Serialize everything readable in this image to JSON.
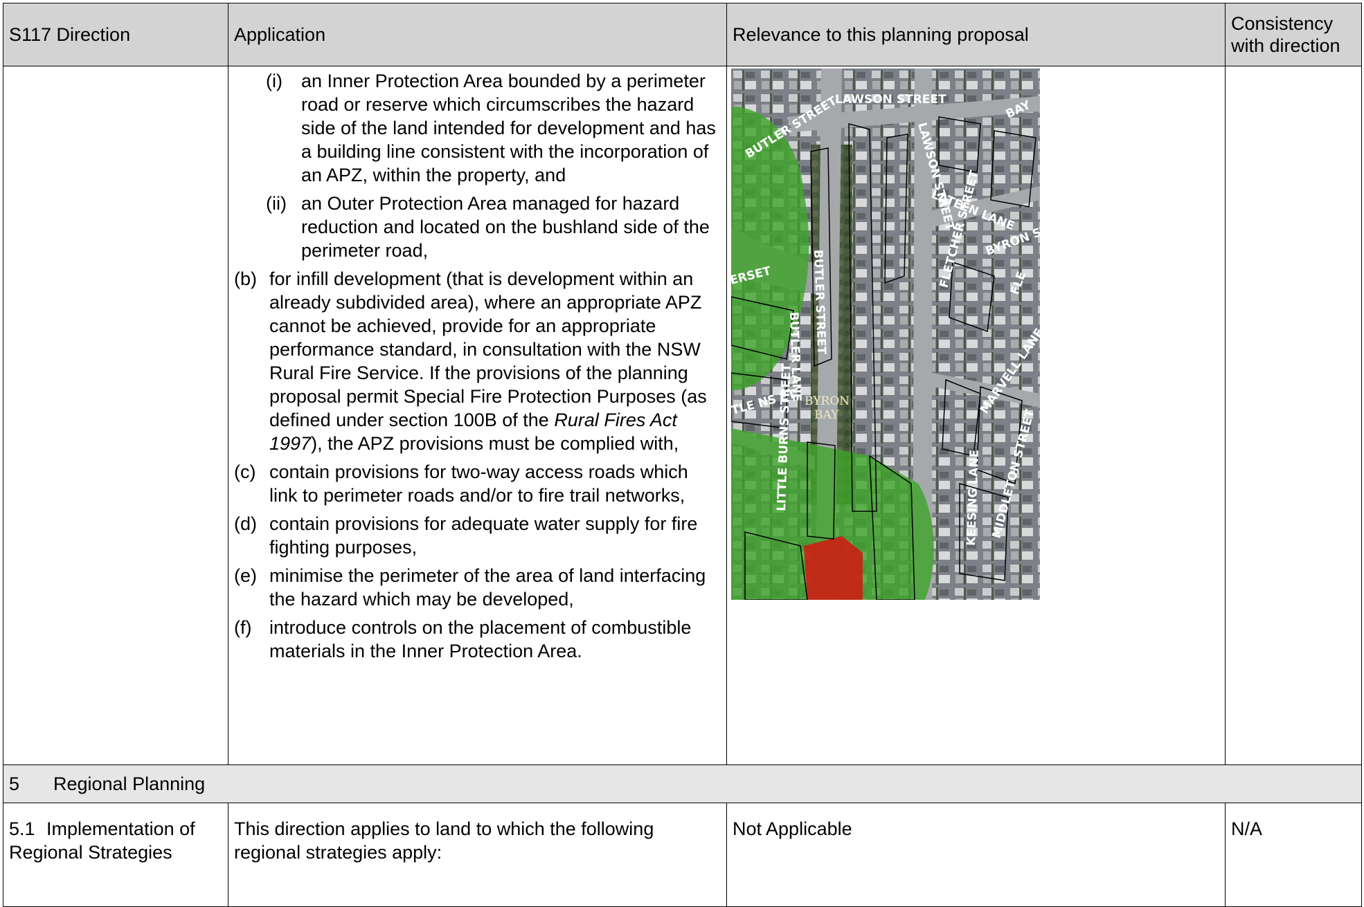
{
  "header": {
    "col1": "S117 Direction",
    "col2": "Application",
    "col3": "Relevance to this planning proposal",
    "col4": "Consistency with direction"
  },
  "row1": {
    "sub_items": [
      {
        "marker": "(i)",
        "text": "an Inner Protection Area bounded by a perimeter road or reserve which circumscribes the hazard side of the land intended for development and has a building line consistent with the incorporation of an APZ, within the property, and"
      },
      {
        "marker": "(ii)",
        "text": "an Outer Protection Area managed for hazard reduction and located on the bushland side of the perimeter road,"
      }
    ],
    "item_b": {
      "marker": "(b)",
      "text_before": "for infill development (that is development within an already subdivided area), where an appropriate APZ cannot be achieved, provide for an appropriate performance standard, in consultation with the NSW Rural Fire Service.  If the provisions of the planning proposal permit Special Fire Protection Purposes (as defined under section 100B of the ",
      "act": "Rural Fires Act 1997",
      "text_after": "), the APZ provisions must be complied with,"
    },
    "items": [
      {
        "marker": "(c)",
        "text": "contain provisions for two-way access roads which link to perimeter roads and/or to fire trail networks,"
      },
      {
        "marker": "(d)",
        "text": "contain provisions for adequate water supply for fire fighting purposes,"
      },
      {
        "marker": "(e)",
        "text": "minimise the perimeter of the area of land interfacing the hazard which may be developed,"
      },
      {
        "marker": "(f)",
        "text": "introduce controls on the placement of combustible materials in the Inner Protection Area."
      }
    ],
    "map": {
      "streets": [
        "LAWSON STREET",
        "BUTLER STREET",
        "LAWSON STREET",
        "BAY",
        "LATEEN LANE",
        "BYRON STREET",
        "ERSET",
        "BUTLER STREET",
        "BUTLER LANE",
        "FLETCHER STREET",
        "FLE",
        "MARVELL LANE",
        "LITTLE BURNS STREET",
        "KEESING LANE",
        "MIDDLETON STREET",
        "TLE NS ET"
      ],
      "town": [
        "BYRON",
        "BAY"
      ],
      "colors": {
        "bushfire_buffer": "#3da428",
        "bushfire_vegetation": "#cc1f14"
      }
    }
  },
  "section": {
    "number": "5",
    "title": "Regional Planning"
  },
  "row2": {
    "direction_number": "5.1",
    "direction_title": "Implementation of Regional Strategies",
    "application": "This direction applies to land to which the following regional strategies apply:",
    "relevance": "Not Applicable",
    "consistency": "N/A"
  }
}
